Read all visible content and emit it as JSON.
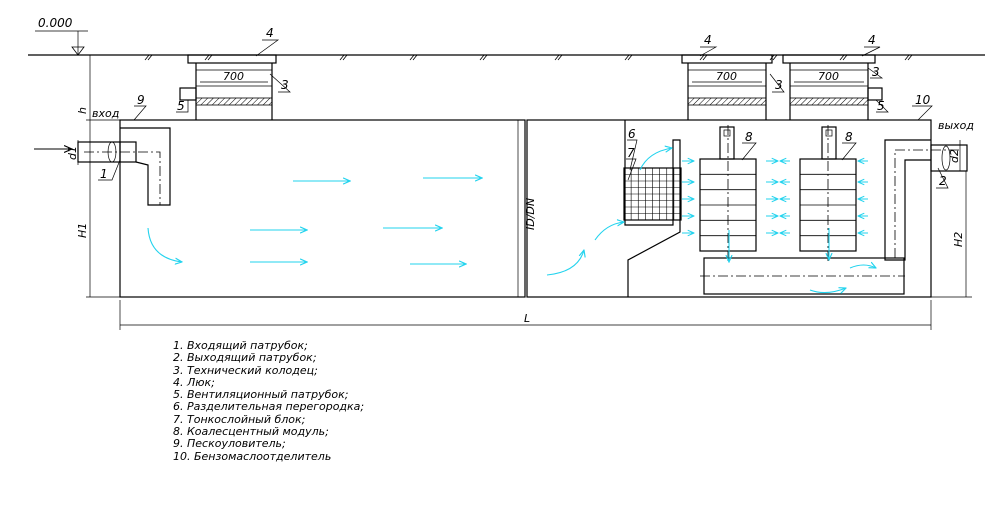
{
  "level_mark": "0.000",
  "labels": {
    "inlet": "вход",
    "outlet": "выход",
    "h": "h",
    "d1": "d1",
    "d2": "d2",
    "H1": "H1",
    "H2": "H2",
    "ID_DN": "ID/DN",
    "L": "L",
    "hatch_width": "700"
  },
  "callouts": {
    "c1": "1",
    "c2": "2",
    "c3": "3",
    "c4": "4",
    "c5": "5",
    "c6": "6",
    "c7": "7",
    "c8": "8",
    "c9": "9",
    "c10": "10"
  },
  "legend": [
    "1.  Входящий  патрубок;",
    "2.  Выходящий  патрубок;",
    "3.  Технический  колодец;",
    "4.  Люк;",
    "5.  Вентиляционный  патрубок;",
    "6.  Разделительная  перегородка;",
    "7.  Тонкослойный  блок;",
    "8.  Коалесцентный  модуль;",
    "9.  Пескоуловитель;",
    "10.  Бензомаслоотделитель"
  ],
  "colors": {
    "flow": "#22d3ee",
    "line": "#000000"
  },
  "icons": [
    "flow-arrow-icon",
    "inlet-arrow-icon",
    "level-marker-icon"
  ]
}
